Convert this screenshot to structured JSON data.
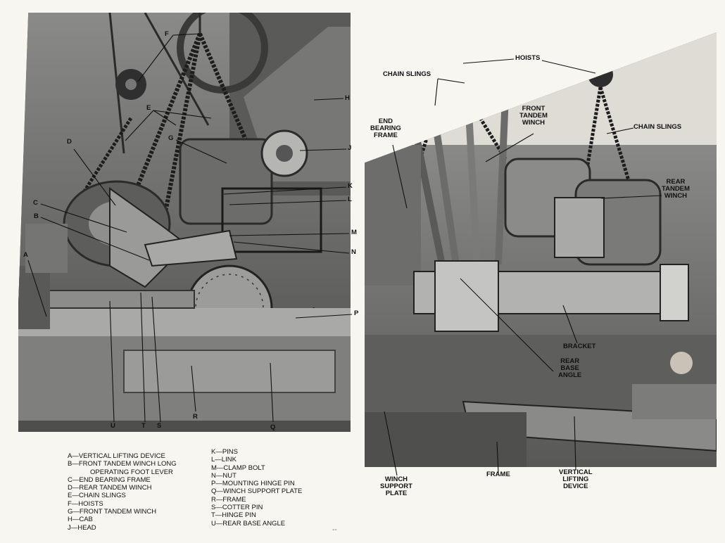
{
  "left_figure": {
    "callouts": [
      "F",
      "E",
      "H",
      "G",
      "J",
      "D",
      "K",
      "L",
      "C",
      "B",
      "M",
      "N",
      "A",
      "P",
      "U",
      "T",
      "S",
      "R",
      "Q"
    ]
  },
  "right_figure": {
    "labels": {
      "hoists": "HOISTS",
      "chain_slings_top": "CHAIN SLINGS",
      "chain_slings_right": "CHAIN SLINGS",
      "end_bearing_frame": "END\nBEARING\nFRAME",
      "front_tandem_winch": "FRONT\nTANDEM\nWINCH",
      "rear_tandem_winch": "REAR\nTANDEM\nWINCH",
      "bracket": "BRACKET",
      "rear_base_angle": "REAR\nBASE\nANGLE",
      "winch_support_plate": "WINCH\nSUPPORT\nPLATE",
      "frame": "FRAME",
      "vertical_lifting_device": "VERTICAL\nLIFTING\nDEVICE"
    }
  },
  "legend": {
    "col1": [
      {
        "code": "A",
        "text": "VERTICAL LIFTING DEVICE"
      },
      {
        "code": "B",
        "text": "FRONT TANDEM WINCH LONG"
      },
      {
        "code": "",
        "text": "OPERATING FOOT LEVER",
        "continuation": true
      },
      {
        "code": "C",
        "text": "END BEARING FRAME"
      },
      {
        "code": "D",
        "text": "REAR TANDEM WINCH"
      },
      {
        "code": "E",
        "text": "CHAIN SLINGS"
      },
      {
        "code": "F",
        "text": "HOISTS"
      },
      {
        "code": "G",
        "text": "FRONT TANDEM WINCH"
      },
      {
        "code": "H",
        "text": "CAB"
      },
      {
        "code": "J",
        "text": "HEAD"
      }
    ],
    "col2": [
      {
        "code": "K",
        "text": "PINS"
      },
      {
        "code": "L",
        "text": "LINK"
      },
      {
        "code": "M",
        "text": "CLAMP BOLT"
      },
      {
        "code": "N",
        "text": "NUT"
      },
      {
        "code": "P",
        "text": "MOUNTING HINGE PIN"
      },
      {
        "code": "Q",
        "text": "WINCH SUPPORT PLATE"
      },
      {
        "code": "R",
        "text": "FRAME"
      },
      {
        "code": "S",
        "text": "COTTER PIN"
      },
      {
        "code": "T",
        "text": "HINGE PIN"
      },
      {
        "code": "U",
        "text": "REAR BASE ANGLE"
      }
    ]
  },
  "footer_mark": "--"
}
